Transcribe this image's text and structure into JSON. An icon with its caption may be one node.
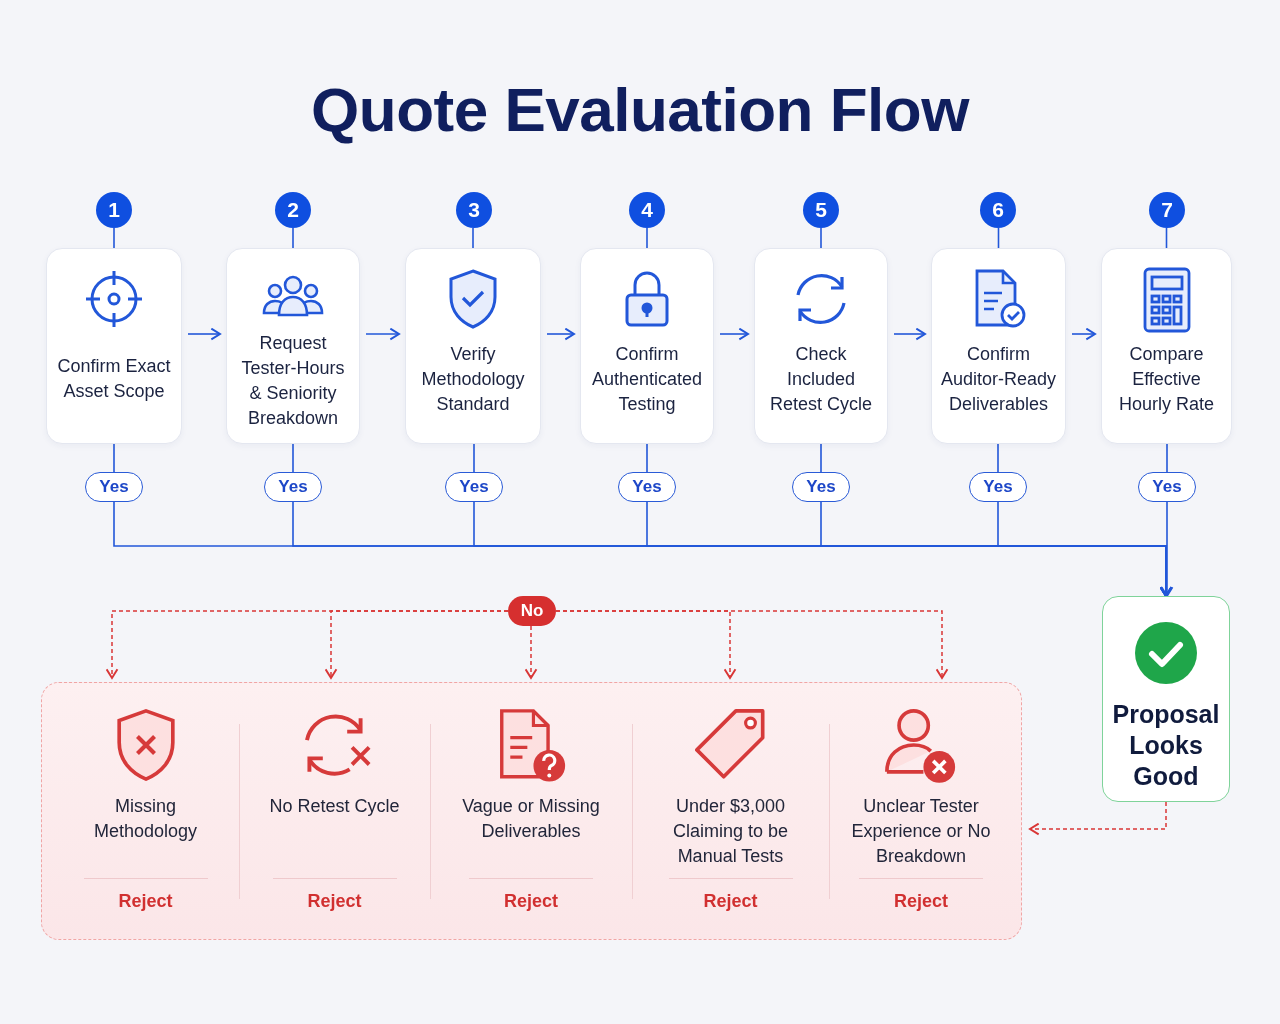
{
  "diagram": {
    "title": "Quote Evaluation Flow",
    "nodes": [
      {
        "text": [
          "1"
        ]
      },
      {
        "text": [
          "2"
        ]
      },
      {
        "text": [
          "3"
        ]
      },
      {
        "text": [
          "4"
        ]
      },
      {
        "text": [
          "5"
        ]
      },
      {
        "text": [
          "6"
        ]
      },
      {
        "text": [
          "7"
        ]
      },
      {
        "text": [
          "Confirm Exact Asset Scope"
        ]
      },
      {
        "text": [
          "Request Tester-Hours & Seniority Breakdown"
        ]
      },
      {
        "text": [
          "Verify Methodology Standard"
        ]
      },
      {
        "text": [
          "Confirm Authenticated Testing"
        ]
      },
      {
        "text": [
          "Check Included Retest Cycle"
        ]
      },
      {
        "text": [
          "Confirm Auditor-Ready Deliverables"
        ]
      },
      {
        "text": [
          "Compare Effective Hourly Rate"
        ]
      },
      {
        "text": [
          "Yes"
        ]
      },
      {
        "text": [
          "Yes"
        ]
      },
      {
        "text": [
          "Yes"
        ]
      },
      {
        "text": [
          "Yes"
        ]
      },
      {
        "text": [
          "Yes"
        ]
      },
      {
        "text": [
          "Yes"
        ]
      },
      {
        "text": [
          "Yes"
        ]
      },
      {
        "text": [
          "Proposal Looks Good"
        ]
      },
      {
        "text": [
          "No"
        ]
      },
      {
        "text": [],
        "shape": "box"
      },
      {
        "text": [
          "Missing Methodology",
          "Reject"
        ],
        "in": 23
      },
      {
        "text": [
          "No Retest Cycle",
          "Reject"
        ],
        "in": 23
      },
      {
        "text": [
          "Vague or Missing Deliverables",
          "Reject"
        ],
        "in": 23
      },
      {
        "text": [
          "Under $3,000 Claiming to be Manual Tests",
          "Reject"
        ],
        "in": 23
      },
      {
        "text": [
          "Unclear Tester Experience or No Breakdown",
          "Reject"
        ],
        "in": 23
      }
    ],
    "edges": [
      {
        "from": 0,
        "to": 7,
        "arrow": "none"
      },
      {
        "from": 1,
        "to": 8,
        "arrow": "none"
      },
      {
        "from": 2,
        "to": 9,
        "arrow": "none"
      },
      {
        "from": 3,
        "to": 10,
        "arrow": "none"
      },
      {
        "from": 4,
        "to": 11,
        "arrow": "none"
      },
      {
        "from": 5,
        "to": 12,
        "arrow": "none"
      },
      {
        "from": 6,
        "to": 13,
        "arrow": "none"
      },
      {
        "from": 7,
        "to": 8,
        "arrow": "to"
      },
      {
        "from": 8,
        "to": 9,
        "arrow": "to"
      },
      {
        "from": 9,
        "to": 10,
        "arrow": "to"
      },
      {
        "from": 10,
        "to": 11,
        "arrow": "to"
      },
      {
        "from": 11,
        "to": 12,
        "arrow": "to"
      },
      {
        "from": 12,
        "to": 13,
        "arrow": "to"
      },
      {
        "from": 7,
        "to": 14,
        "arrow": "none"
      },
      {
        "from": 8,
        "to": 15,
        "arrow": "none"
      },
      {
        "from": 9,
        "to": 16,
        "arrow": "none"
      },
      {
        "from": 10,
        "to": 17,
        "arrow": "none"
      },
      {
        "from": 11,
        "to": 18,
        "arrow": "none"
      },
      {
        "from": 12,
        "to": 19,
        "arrow": "none"
      },
      {
        "from": 13,
        "to": 20,
        "arrow": "none"
      },
      {
        "from": 14,
        "to": 21,
        "arrow": "to"
      },
      {
        "from": 15,
        "to": 21,
        "arrow": "to"
      },
      {
        "from": 16,
        "to": 21,
        "arrow": "to"
      },
      {
        "from": 17,
        "to": 21,
        "arrow": "to"
      },
      {
        "from": 18,
        "to": 21,
        "arrow": "to"
      },
      {
        "from": 19,
        "to": 21,
        "arrow": "to"
      },
      {
        "from": 20,
        "to": 21,
        "arrow": "to"
      },
      {
        "from": 22,
        "to": 24,
        "arrow": "to",
        "style": "dashed",
        "color": "#d93636"
      },
      {
        "from": 22,
        "to": 25,
        "arrow": "to",
        "style": "dashed",
        "color": "#d93636"
      },
      {
        "from": 22,
        "to": 26,
        "arrow": "to",
        "style": "dashed",
        "color": "#d93636"
      },
      {
        "from": 22,
        "to": 27,
        "arrow": "to",
        "style": "dashed",
        "color": "#d93636"
      },
      {
        "from": 22,
        "to": 28,
        "arrow": "to",
        "style": "dashed",
        "color": "#d93636"
      },
      {
        "from": 21,
        "to": 23,
        "arrow": "to",
        "style": "dashed",
        "color": "#d93636"
      }
    ]
  }
}
